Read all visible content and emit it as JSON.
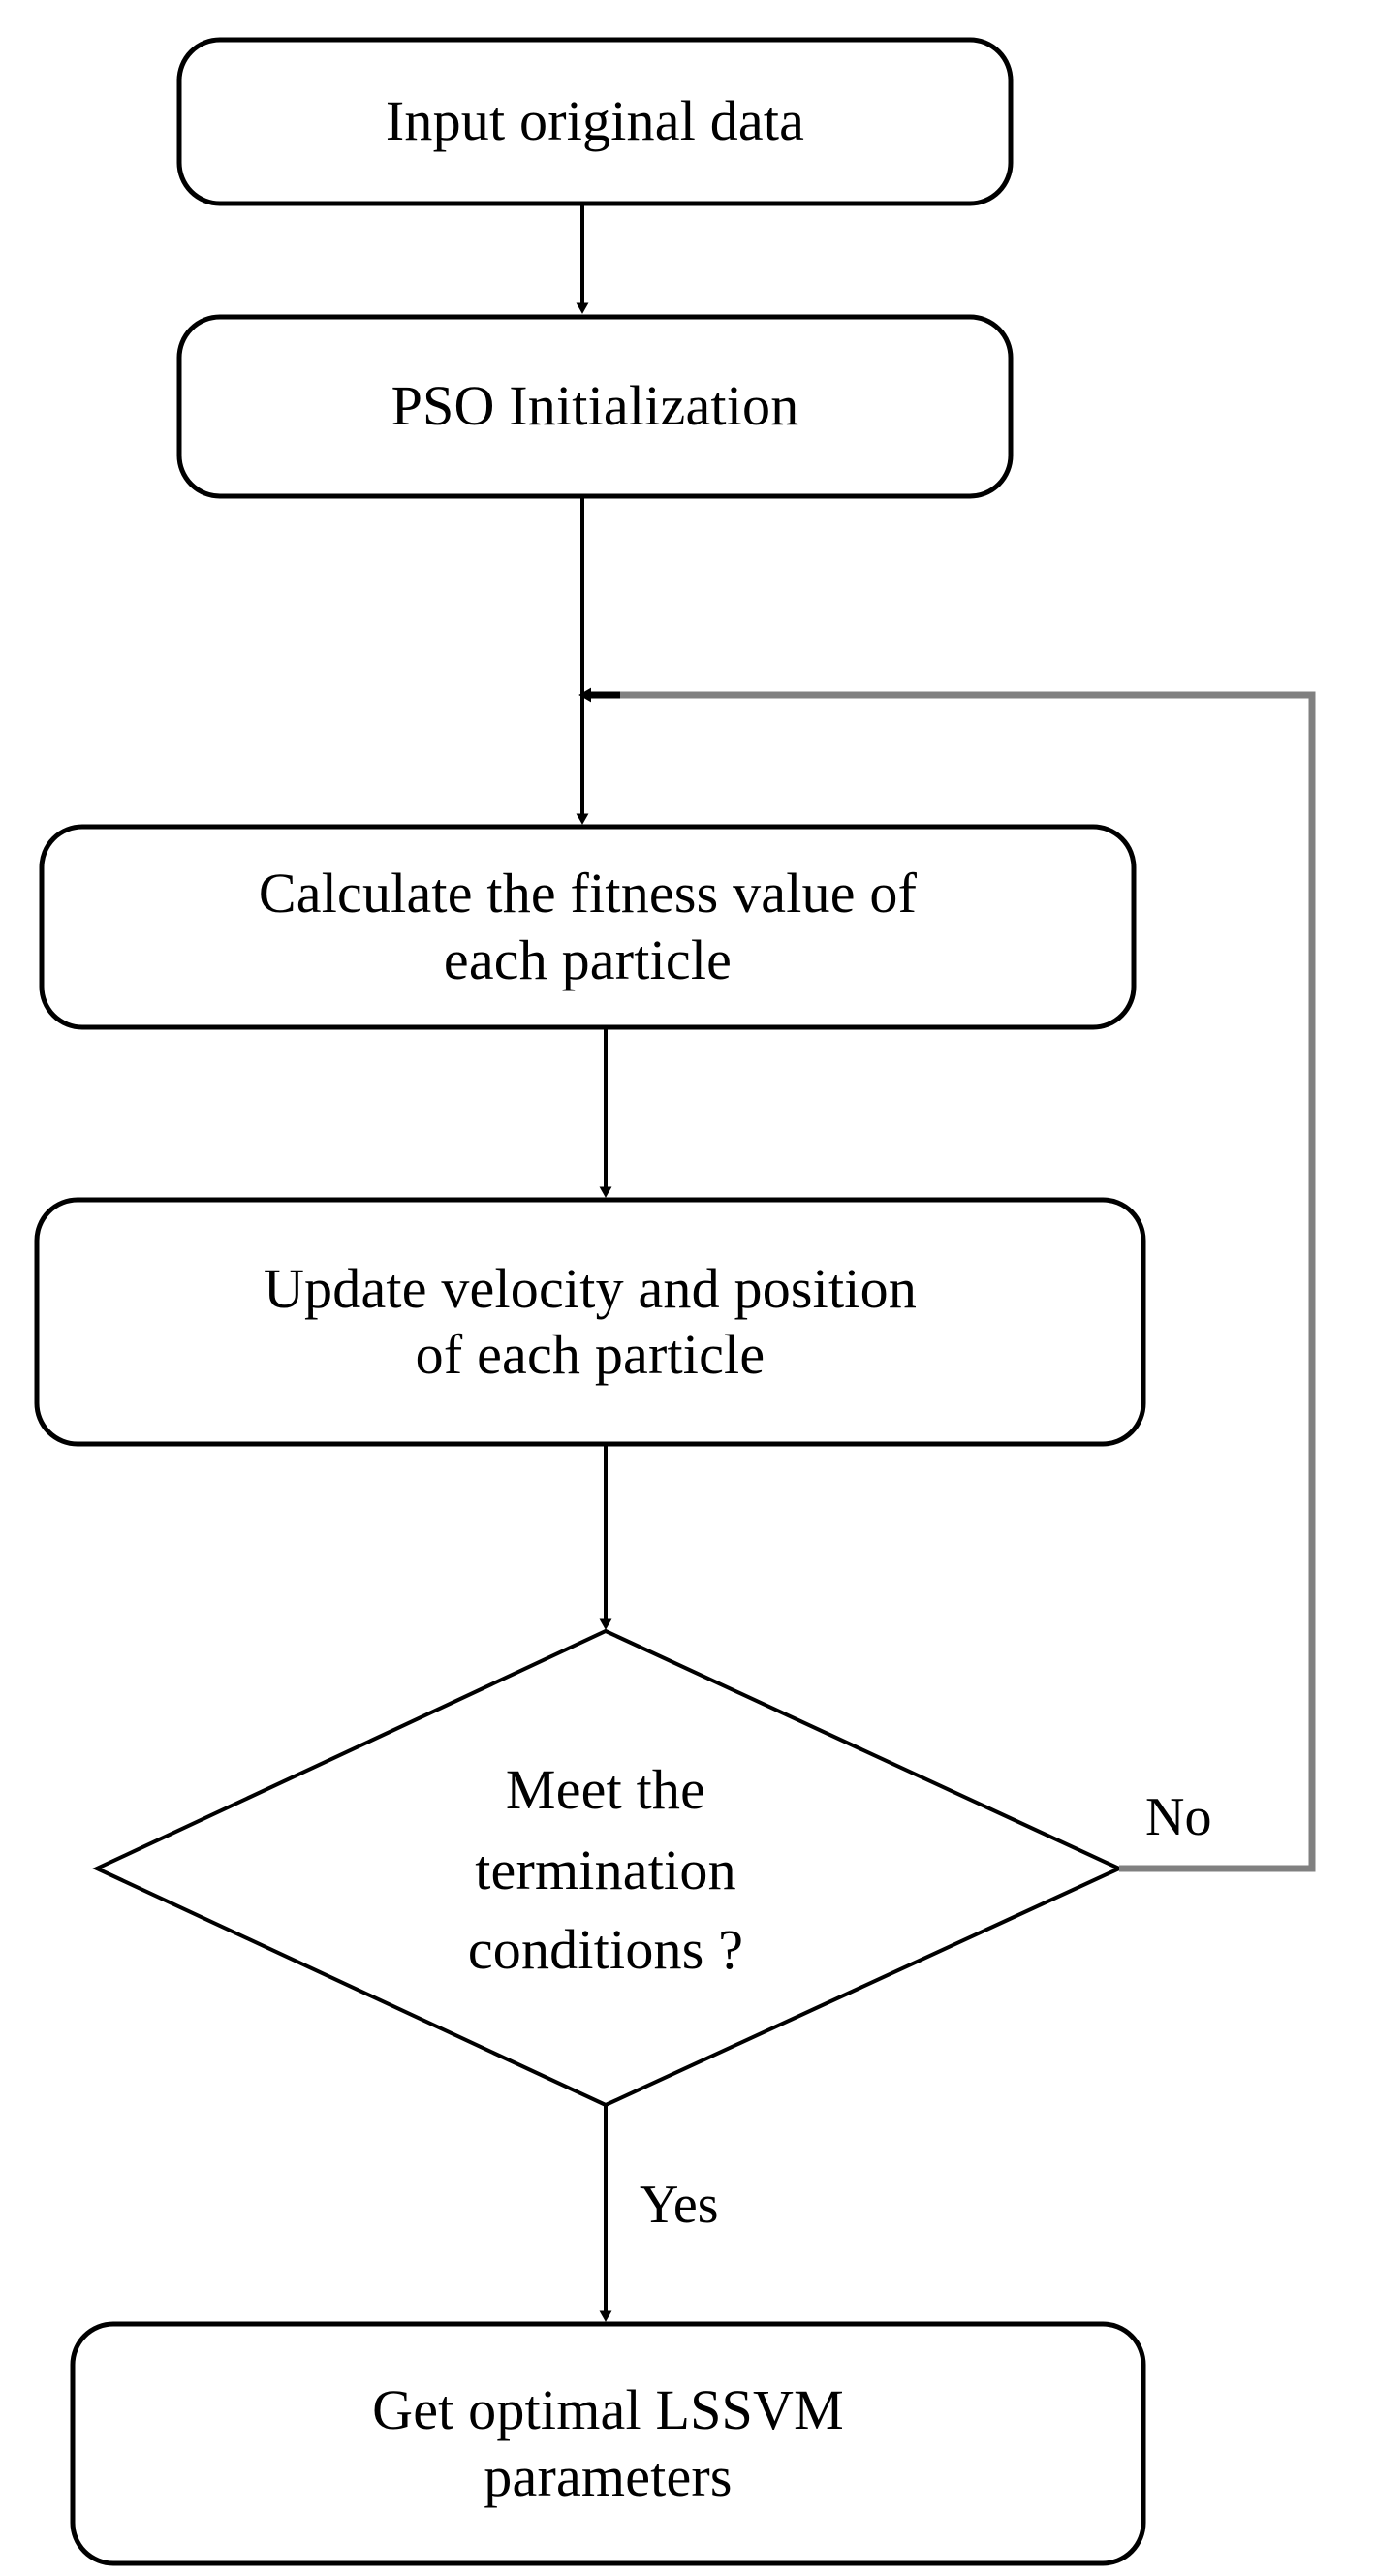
{
  "diagram": {
    "type": "flowchart",
    "title": "PSO optimization of LSSVM parameters",
    "orientation": "top-to-bottom",
    "background_color": "#ffffff",
    "stroke_color": "#000000",
    "loop_stroke_color": "#808080",
    "fill_color": "#ffffff",
    "nodes": [
      {
        "id": "n1",
        "shape": "rounded-rectangle",
        "text": "Input original data"
      },
      {
        "id": "n2",
        "shape": "rounded-rectangle",
        "text": "PSO Initialization"
      },
      {
        "id": "n3",
        "shape": "rounded-rectangle",
        "text": "Calculate the fitness value of\neach particle"
      },
      {
        "id": "n4",
        "shape": "rounded-rectangle",
        "text": "Update velocity and position\nof each particle"
      },
      {
        "id": "n5",
        "shape": "diamond",
        "text": "Meet the\ntermination\nconditions ?"
      },
      {
        "id": "n6",
        "shape": "rounded-rectangle",
        "text": "Get optimal LSSVM\nparameters"
      }
    ],
    "edges": [
      {
        "id": "e1",
        "from": "n1",
        "to": "n2",
        "label": ""
      },
      {
        "id": "e2",
        "from": "n2",
        "to": "n3",
        "label": ""
      },
      {
        "id": "e3",
        "from": "n3",
        "to": "n4",
        "label": ""
      },
      {
        "id": "e4",
        "from": "n4",
        "to": "n5",
        "label": ""
      },
      {
        "id": "e5",
        "from": "n5",
        "to": "n3",
        "label": "No"
      },
      {
        "id": "e6",
        "from": "n5",
        "to": "n6",
        "label": "Yes"
      }
    ],
    "edge_labels": {
      "no": "No",
      "yes": "Yes"
    }
  }
}
